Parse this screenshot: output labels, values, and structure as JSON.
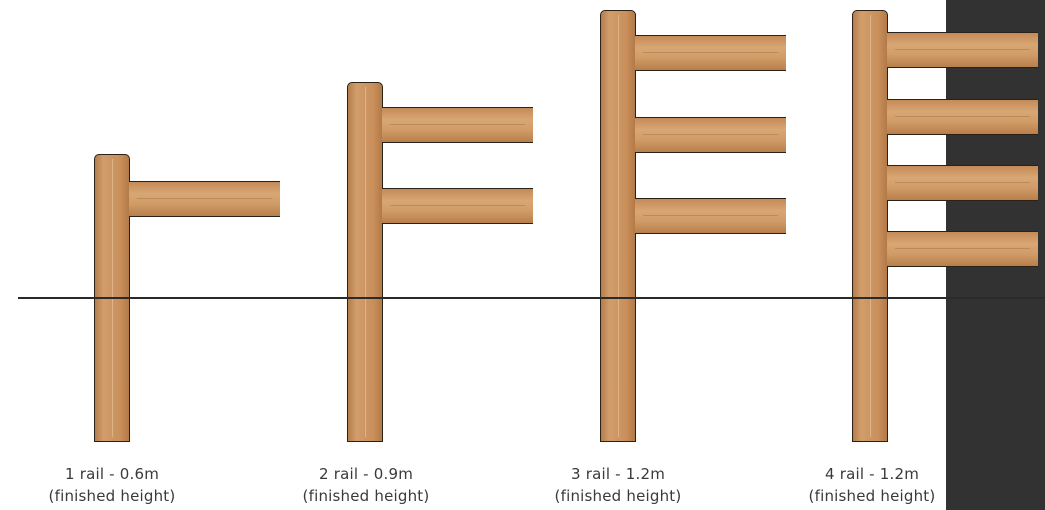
{
  "fences": [
    {
      "label": "1 rail - 0.6m",
      "note": "(finished height)",
      "rails": 1
    },
    {
      "label": "2 rail - 0.9m",
      "note": "(finished height)",
      "rails": 2
    },
    {
      "label": "3 rail - 1.2m",
      "note": "(finished height)",
      "rails": 3
    },
    {
      "label": "4 rail - 1.2m",
      "note": "(finished height)",
      "rails": 4
    }
  ],
  "colors": {
    "timber": "#d19e6b",
    "outline": "#2a2118",
    "ground": "#2a2a2a",
    "panel": "#323232",
    "caption": "#3a3a3a"
  }
}
